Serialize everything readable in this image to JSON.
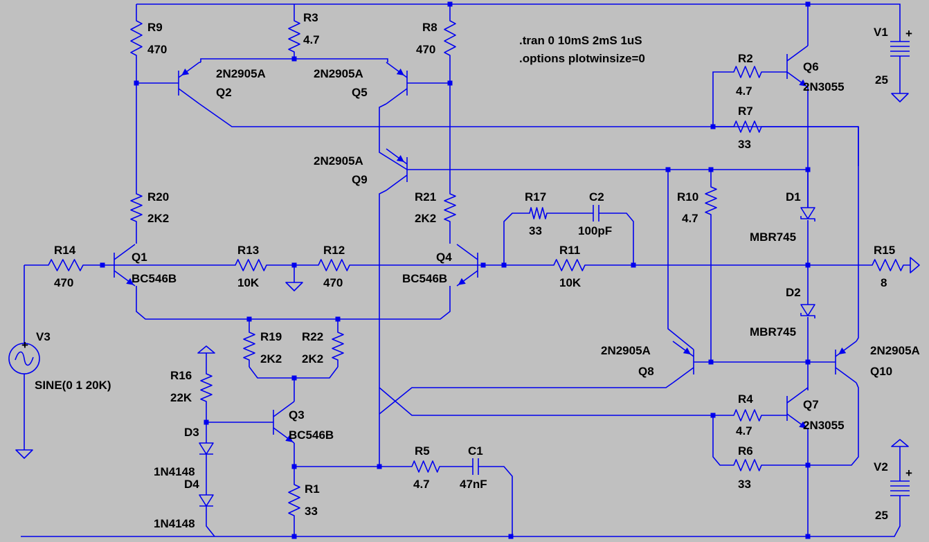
{
  "directives": [
    ".tran 0 10mS 2mS 1uS",
    ".options plotwinsize=0"
  ],
  "colors": {
    "background": "#c0c0c0",
    "wire": "#0000ee",
    "text": "#000000"
  },
  "parts": {
    "R9": {
      "ref": "R9",
      "value": "470"
    },
    "R3": {
      "ref": "R3",
      "value": "4.7"
    },
    "R8": {
      "ref": "R8",
      "value": "470"
    },
    "R2": {
      "ref": "R2",
      "value": "4.7"
    },
    "R7": {
      "ref": "R7",
      "value": "33"
    },
    "R20": {
      "ref": "R20",
      "value": "2K2"
    },
    "R21": {
      "ref": "R21",
      "value": "2K2"
    },
    "R17": {
      "ref": "R17",
      "value": "33"
    },
    "C2": {
      "ref": "C2",
      "value": "100pF"
    },
    "R10": {
      "ref": "R10",
      "value": "4.7"
    },
    "R14": {
      "ref": "R14",
      "value": "470"
    },
    "R13": {
      "ref": "R13",
      "value": "10K"
    },
    "R12": {
      "ref": "R12",
      "value": "470"
    },
    "R11": {
      "ref": "R11",
      "value": "10K"
    },
    "R15": {
      "ref": "R15",
      "value": "8"
    },
    "R19": {
      "ref": "R19",
      "value": "2K2"
    },
    "R22": {
      "ref": "R22",
      "value": "2K2"
    },
    "R16": {
      "ref": "R16",
      "value": "22K"
    },
    "R4": {
      "ref": "R4",
      "value": "4.7"
    },
    "R6": {
      "ref": "R6",
      "value": "33"
    },
    "R5": {
      "ref": "R5",
      "value": "4.7"
    },
    "C1": {
      "ref": "C1",
      "value": "47nF"
    },
    "R1": {
      "ref": "R1",
      "value": "33"
    },
    "Q1": {
      "ref": "Q1",
      "value": "BC546B"
    },
    "Q2": {
      "ref": "Q2",
      "value": "2N2905A"
    },
    "Q3": {
      "ref": "Q3",
      "value": "BC546B"
    },
    "Q4": {
      "ref": "Q4",
      "value": "BC546B"
    },
    "Q5": {
      "ref": "Q5",
      "value": "2N2905A"
    },
    "Q6": {
      "ref": "Q6",
      "value": "2N3055"
    },
    "Q7": {
      "ref": "Q7",
      "value": "2N3055"
    },
    "Q8": {
      "ref": "Q8",
      "value": "2N2905A"
    },
    "Q9": {
      "ref": "Q9",
      "value": "2N2905A"
    },
    "Q10": {
      "ref": "Q10",
      "value": "2N2905A"
    },
    "D1": {
      "ref": "D1",
      "value": "MBR745"
    },
    "D2": {
      "ref": "D2",
      "value": "MBR745"
    },
    "D3": {
      "ref": "D3",
      "value": "1N4148"
    },
    "D4": {
      "ref": "D4",
      "value": "1N4148"
    },
    "V1": {
      "ref": "V1",
      "value": "25"
    },
    "V2": {
      "ref": "V2",
      "value": "25"
    },
    "V3": {
      "ref": "V3",
      "value": "SINE(0 1 20K)"
    }
  }
}
